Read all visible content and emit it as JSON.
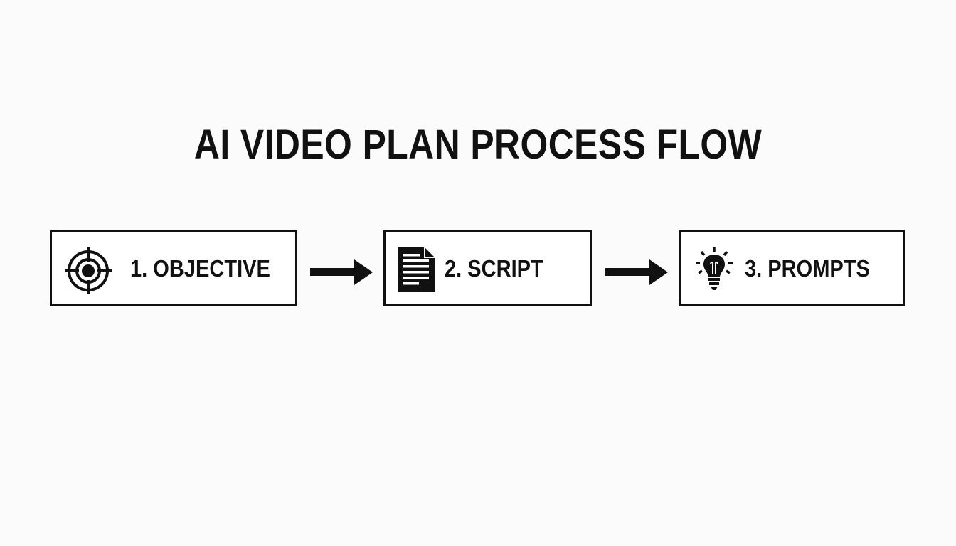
{
  "diagram": {
    "title": "AI VIDEO PLAN PROCESS FLOW",
    "steps": [
      {
        "label": "1. OBJECTIVE",
        "icon": "target-icon"
      },
      {
        "label": "2. SCRIPT",
        "icon": "document-icon"
      },
      {
        "label": "3. PROMPTS",
        "icon": "lightbulb-icon"
      }
    ],
    "connectors": [
      {
        "from": "1. OBJECTIVE",
        "to": "2. SCRIPT",
        "icon": "arrow-right-icon"
      },
      {
        "from": "2. SCRIPT",
        "to": "3. PROMPTS",
        "icon": "arrow-right-icon"
      }
    ],
    "colors": {
      "background": "#fbfbfb",
      "ink": "#111111",
      "box_fill": "#ffffff"
    }
  }
}
